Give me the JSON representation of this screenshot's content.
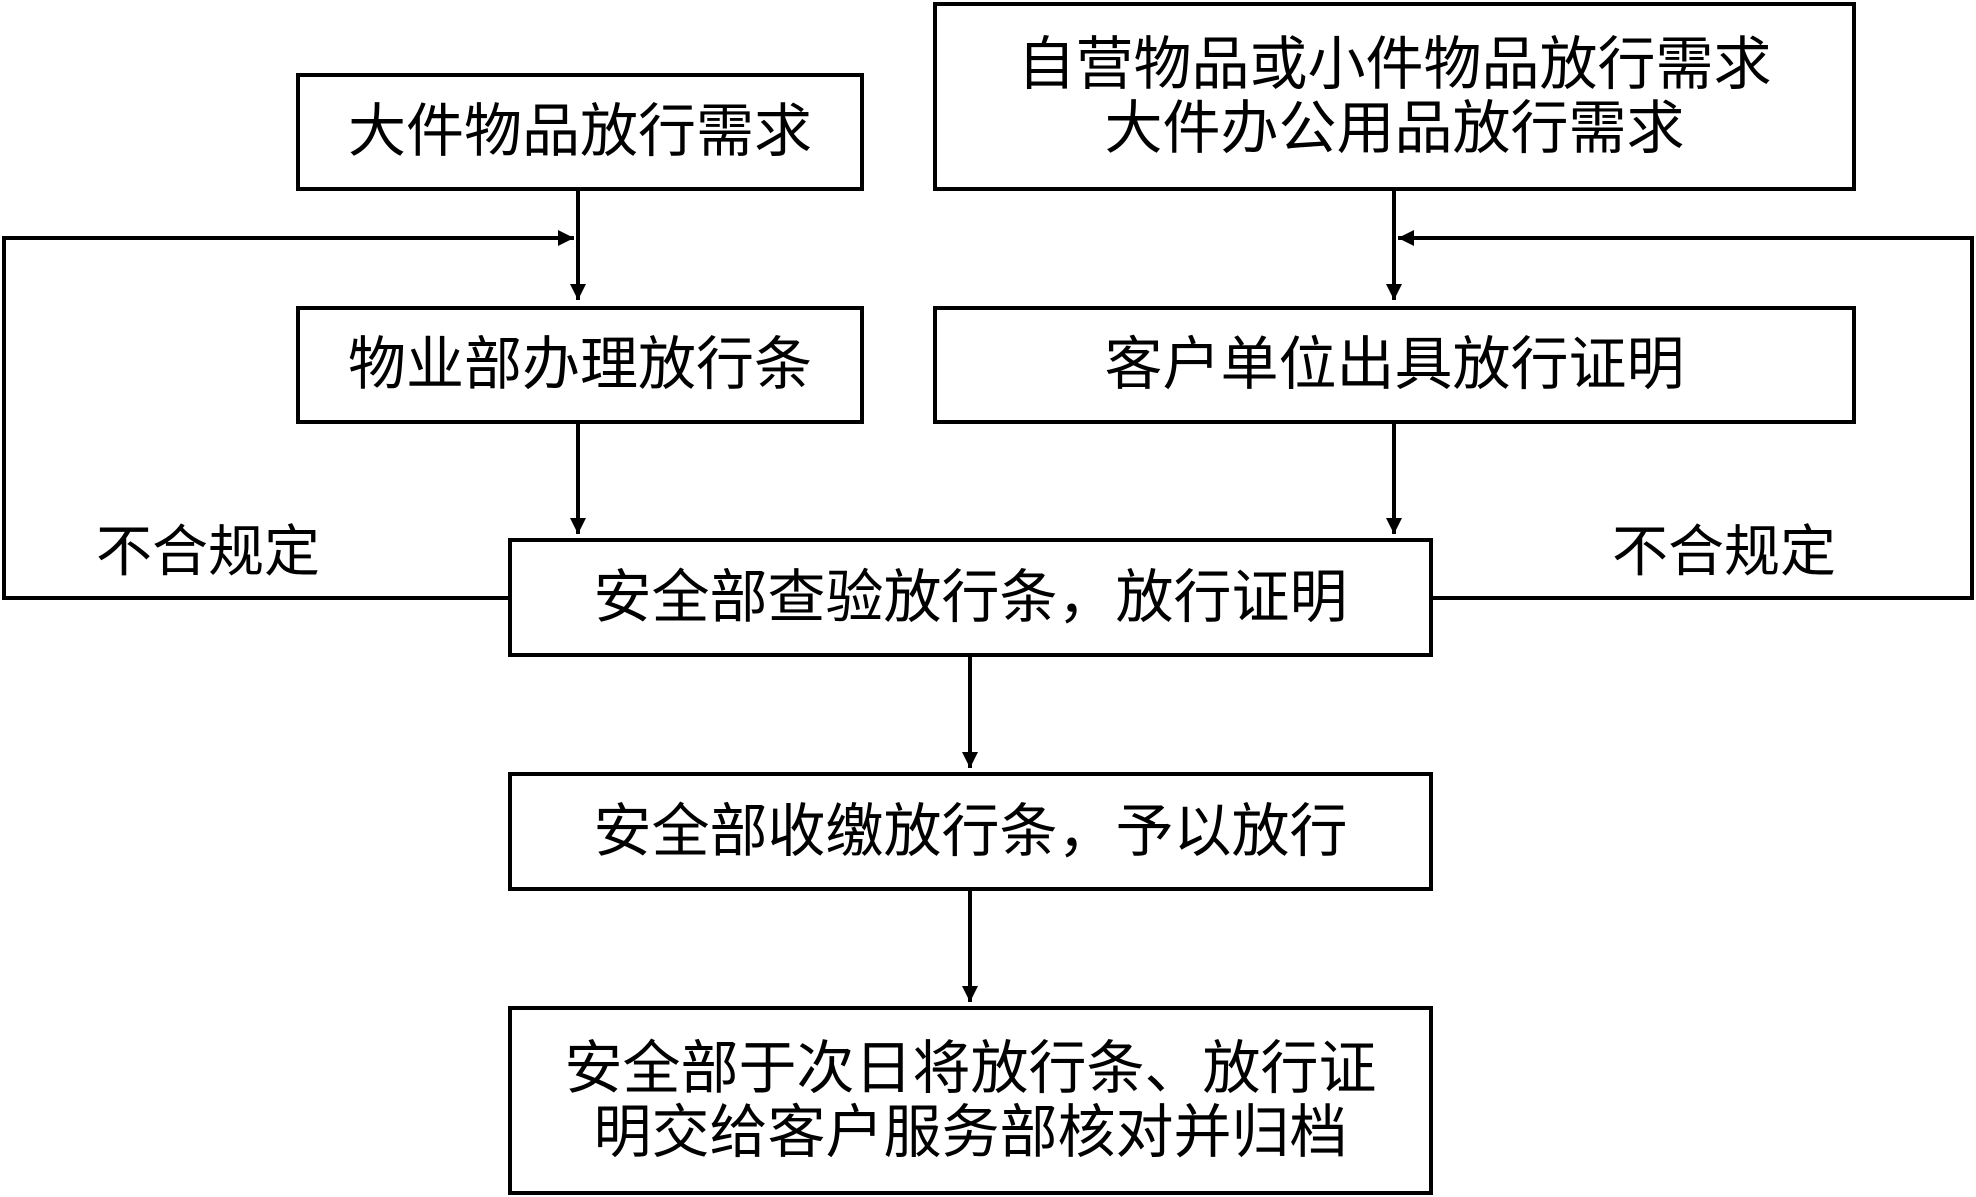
{
  "nodes": {
    "large_item_request": "大件物品放行需求",
    "self_run_request_line1": "自营物品或小件物品放行需求",
    "self_run_request_line2": "大件办公用品放行需求",
    "property_dept_pass": "物业部办理放行条",
    "client_unit_certificate": "客户单位出具放行证明",
    "security_inspect": "安全部查验放行条，放行证明",
    "security_collect": "安全部收缴放行条，予以放行",
    "security_archive_line1": "安全部于次日将放行条、放行证",
    "security_archive_line2": "明交给客户服务部核对并归档"
  },
  "edge_labels": {
    "left_reject": "不合规定",
    "right_reject": "不合规定"
  },
  "colors": {
    "line": "#000000",
    "background": "#ffffff"
  }
}
